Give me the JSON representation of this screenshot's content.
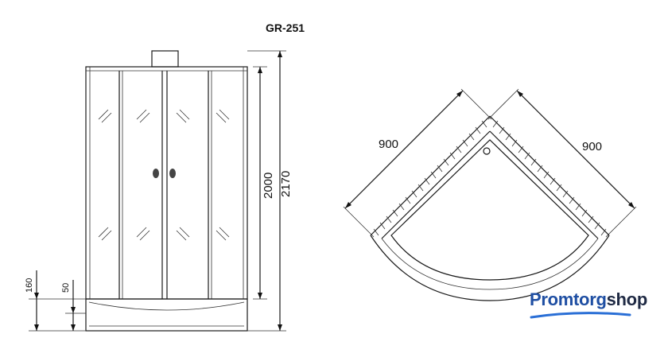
{
  "title": "GR-251",
  "front_view": {
    "dimensions": {
      "total_height": "2170",
      "door_height": "2000",
      "tray_height": "160",
      "step_height": "50"
    }
  },
  "top_view": {
    "dimensions": {
      "left_side": "900",
      "right_side": "900"
    }
  },
  "brand": {
    "part1": "Promtorg",
    "part2": "shop",
    "accent_color": "#1f4fa3",
    "dark_color": "#1f2a44",
    "swoosh_color": "#2a6fd6"
  }
}
